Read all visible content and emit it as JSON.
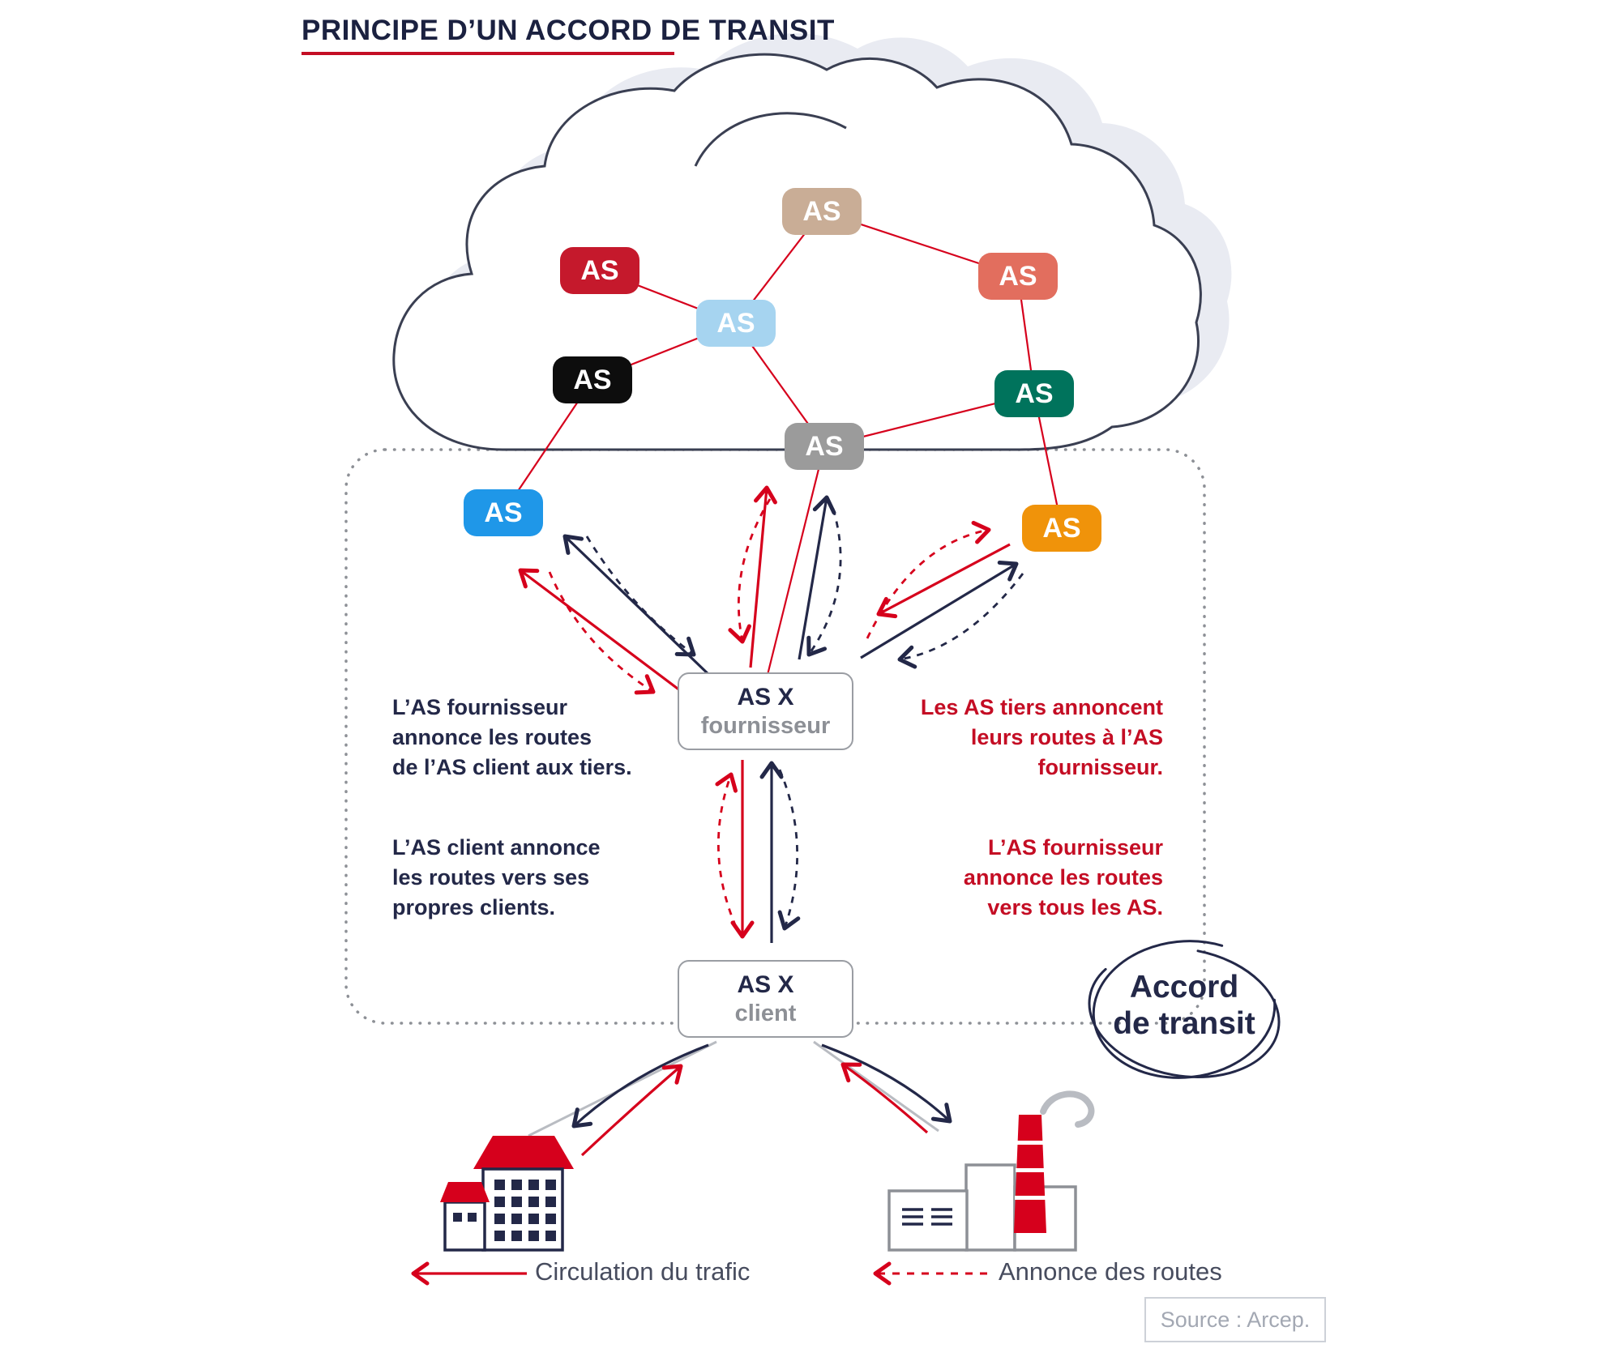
{
  "title": {
    "text": "PRINCIPE D’UN ACCORD DE TRANSIT"
  },
  "colors": {
    "red": "#d6001c",
    "navy": "#232848",
    "title_underline": "#c40d24",
    "box_border": "#9a9da3",
    "dotted_border": "#8d9096",
    "cloud_outline": "#3a3f52",
    "cloud_shadow": "#e9ebf2"
  },
  "nodes": [
    {
      "id": "as-beige",
      "label": "AS",
      "color": "#c9ad96"
    },
    {
      "id": "as-red",
      "label": "AS",
      "color": "#c5192c"
    },
    {
      "id": "as-salmon",
      "label": "AS",
      "color": "#e26e5e"
    },
    {
      "id": "as-lightblue",
      "label": "AS",
      "color": "#a6d4f0"
    },
    {
      "id": "as-black",
      "label": "AS",
      "color": "#0d0d0d"
    },
    {
      "id": "as-teal",
      "label": "AS",
      "color": "#00735c"
    },
    {
      "id": "as-gray",
      "label": "AS",
      "color": "#9b9b9b"
    },
    {
      "id": "as-blue",
      "label": "AS",
      "color": "#1f97e8"
    },
    {
      "id": "as-orange",
      "label": "AS",
      "color": "#f0930a"
    }
  ],
  "boxes": {
    "fournisseur": {
      "line1": "AS X",
      "line2": "fournisseur"
    },
    "client": {
      "line1": "AS X",
      "line2": "client"
    }
  },
  "annotations": {
    "left_top": "L’AS fournisseur\nannonce les routes\nde l’AS client aux tiers.",
    "left_bottom": "L’AS client annonce\nles routes vers ses\npropres clients.",
    "right_top": "Les AS tiers annoncent\nleurs routes à l’AS\nfournisseur.",
    "right_bottom": "L’AS fournisseur\nannonce les routes\nvers tous les AS."
  },
  "stamp": {
    "text": "Accord\nde transit"
  },
  "legend": {
    "traffic": "Circulation du trafic",
    "routes": "Annonce des routes"
  },
  "source": {
    "text": "Source : Arcep."
  }
}
